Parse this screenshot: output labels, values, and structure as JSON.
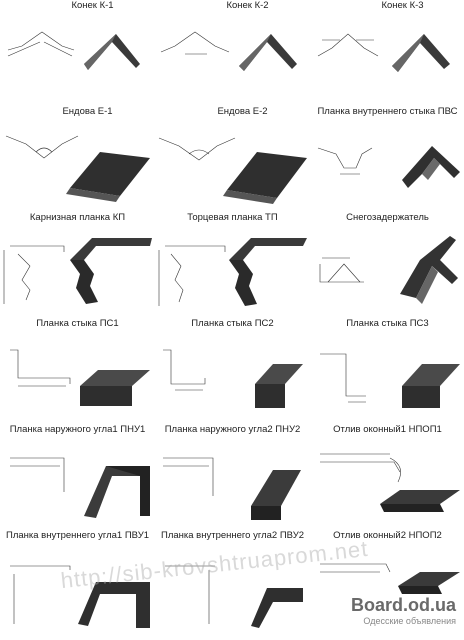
{
  "items": [
    {
      "title": "Конек К-1"
    },
    {
      "title": "Конек К-2"
    },
    {
      "title": "Конек К-3"
    },
    {
      "title": "Ендова Е-1"
    },
    {
      "title": "Ендова Е-2"
    },
    {
      "title": "Планка внутреннего стыка ПВС"
    },
    {
      "title": "Карнизная планка КП"
    },
    {
      "title": "Торцевая планка ТП"
    },
    {
      "title": "Снегозадержатель"
    },
    {
      "title": "Планка стыка ПС1"
    },
    {
      "title": "Планка стыка ПС2"
    },
    {
      "title": "Планка стыка ПС3"
    },
    {
      "title": "Планка наружного угла1 ПНУ1"
    },
    {
      "title": "Планка наружного угла2 ПНУ2"
    },
    {
      "title": "Отлив оконный1 НПОП1"
    },
    {
      "title": "Планка внутреннего угла1 ПВУ1"
    },
    {
      "title": "Планка внутреннего угла2 ПВУ2"
    },
    {
      "title": "Отлив оконный2 НПОП2"
    }
  ],
  "watermark": "http://sib-krovshtruaprom.net",
  "logo": {
    "site": "Board.od.ua",
    "caption": "Одесские объявления"
  }
}
